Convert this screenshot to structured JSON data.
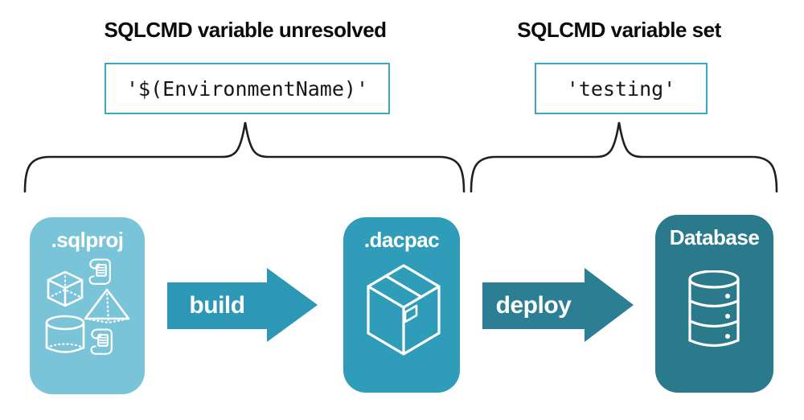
{
  "diagram": {
    "annotations": {
      "left": {
        "title": "SQLCMD variable unresolved",
        "value": "'$(EnvironmentName)'"
      },
      "right": {
        "title": "SQLCMD variable set",
        "value": "'testing'"
      }
    },
    "pipeline": {
      "nodes": [
        {
          "id": "sqlproj",
          "label": ".sqlproj",
          "icon": "sql-objects-icons",
          "color": "#79C4D8"
        },
        {
          "id": "dacpac",
          "label": ".dacpac",
          "icon": "package-icon",
          "color": "#2F9DBA"
        },
        {
          "id": "database",
          "label": "Database",
          "icon": "database-icon",
          "color": "#2A7A8B"
        }
      ],
      "arrows": [
        {
          "id": "build",
          "label": "build",
          "color": "#2D98B6"
        },
        {
          "id": "deploy",
          "label": "deploy",
          "color": "#2B7E93"
        }
      ]
    },
    "colors": {
      "value_box_border": "#3DA6C3",
      "brace_stroke": "#1F1F1F",
      "heading_text": "#0A0A0A",
      "icon_stroke": "#FFFFFF",
      "background": "#FFFFFF"
    }
  }
}
